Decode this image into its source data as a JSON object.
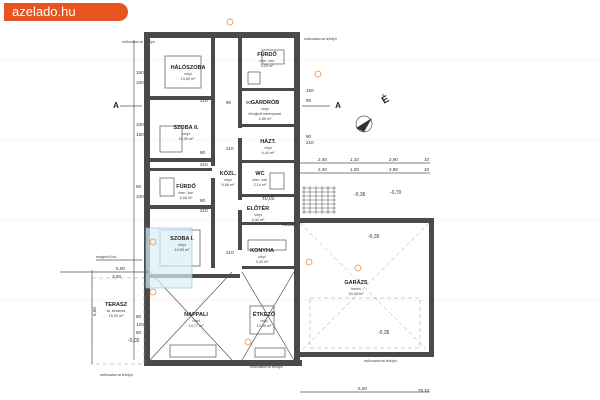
{
  "site": {
    "logo": "azelado.hu"
  },
  "rooms": [
    {
      "id": "halo",
      "name": "HÁLÓSZOBA",
      "sub": "vinyl",
      "area": "13,50 m²"
    },
    {
      "id": "szoba2",
      "name": "SZOBA II.",
      "sub": "vinyl",
      "area": "10,39 m²"
    },
    {
      "id": "furdo1",
      "name": "FÜRDŐ",
      "sub": "cem. kar.",
      "area": "5,09 m²"
    },
    {
      "id": "gardrob",
      "name": "GARDRÓB",
      "sub": "vinyl",
      "area": "2,85 m²"
    },
    {
      "id": "hazt",
      "name": "HÁZT.",
      "sub": "vinyl",
      "area": "4,44 m²"
    },
    {
      "id": "furdo2",
      "name": "FÜRDŐ",
      "sub": "cem. kar.",
      "area": "5,05 m²"
    },
    {
      "id": "kozl",
      "name": "KÖZL.",
      "sub": "vinyl",
      "area": "6,68 m²"
    },
    {
      "id": "wc",
      "name": "WC",
      "sub": "cem. kar.",
      "area": "2,14 m²"
    },
    {
      "id": "eloter",
      "name": "ELŐTÉR",
      "sub": "vinyl",
      "area": "4,32 m²"
    },
    {
      "id": "szoba1",
      "name": "SZOBA I.",
      "sub": "vinyl",
      "area": "10,50 m²"
    },
    {
      "id": "konyha",
      "name": "KONYHA",
      "sub": "vinyl",
      "area": "9,33 m²"
    },
    {
      "id": "garazs",
      "name": "GARÁZS",
      "sub": "beton",
      "area": "34,00 m²"
    },
    {
      "id": "nappali",
      "name": "NAPPALI",
      "sub": "vinyl",
      "area": "14,77 m²"
    },
    {
      "id": "etkezo",
      "name": "ÉTKEZŐ",
      "sub": "vinyl",
      "area": "12,90 m²"
    },
    {
      "id": "terasz",
      "name": "TERASZ",
      "sub": "fa, kerámia",
      "area": "15,00 m²"
    }
  ],
  "labels": {
    "gutter_top": "esőcsatorna lefolyó",
    "gutter_top2": "esőcsatorna lefolyó",
    "gutter_bottom": "esőcsatorna lefolyó",
    "gutter_bottom2": "esőcsatorna lefolyó",
    "gutter_left": "esőcsatorna lefolyó",
    "section": "A",
    "section_right": "A",
    "north": "É",
    "wardrobe_note": "lehajtott mennyezet",
    "terrace_note": "meglévő kút"
  },
  "levels": {
    "l1": "±0,00",
    "l2": "-0,36",
    "l3": "-0,70",
    "l4": "-0,35",
    "l5": "-0,35",
    "l6": "-0,02",
    "l7": "±0,00"
  },
  "dimensions": {
    "d_240a": "2,40",
    "d_110": "1,10",
    "d_290a": "2,90",
    "d_10a": "10",
    "d_240b": "2,40",
    "d_100": "1,00",
    "d_290b": "2,90",
    "d_10b": "10",
    "d_500a": "5,00",
    "d_300": "3,00",
    "d_500v": "5,00",
    "d_500b": "5,00",
    "d_210a": "210",
    "d_210b": "210",
    "d_210c": "210",
    "d_90a": "90",
    "d_90b": "90",
    "d_100a": "100",
    "d_150": "150",
    "d_75": "75",
    "d_10c": "10",
    "d_150b": "150",
    "d_90c": "90",
    "d_90d": "90",
    "d_210d": "210",
    "d_100b": "100",
    "d_150c": "150",
    "d_90e": "90",
    "d_100c": "100",
    "d_210e": "210",
    "d_90f": "90",
    "d_90g": "90",
    "d_210f": "210",
    "d_80": "80",
    "d_120": "120",
    "d_60": "60"
  }
}
